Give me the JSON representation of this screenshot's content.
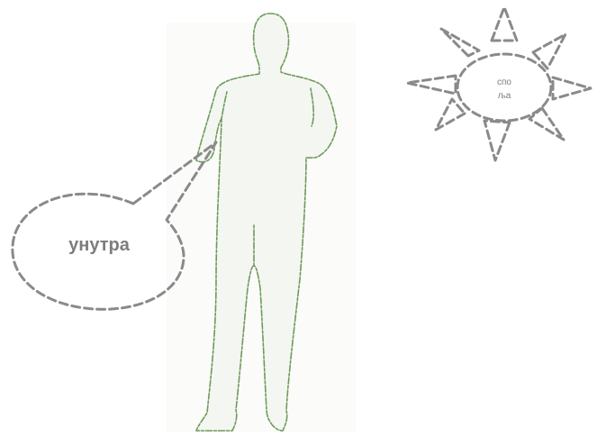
{
  "inside_bubble": {
    "label": "унутра"
  },
  "outside_sun": {
    "line_1": "спо",
    "line_2": "љa"
  },
  "colors": {
    "dash_stroke": "#8a8a8a",
    "figure_outline": "#6f9a5a",
    "label_text": "#7d7d7d",
    "background": "#ffffff"
  },
  "icons": {
    "figure": "human-silhouette",
    "sun": "sun-icon"
  }
}
